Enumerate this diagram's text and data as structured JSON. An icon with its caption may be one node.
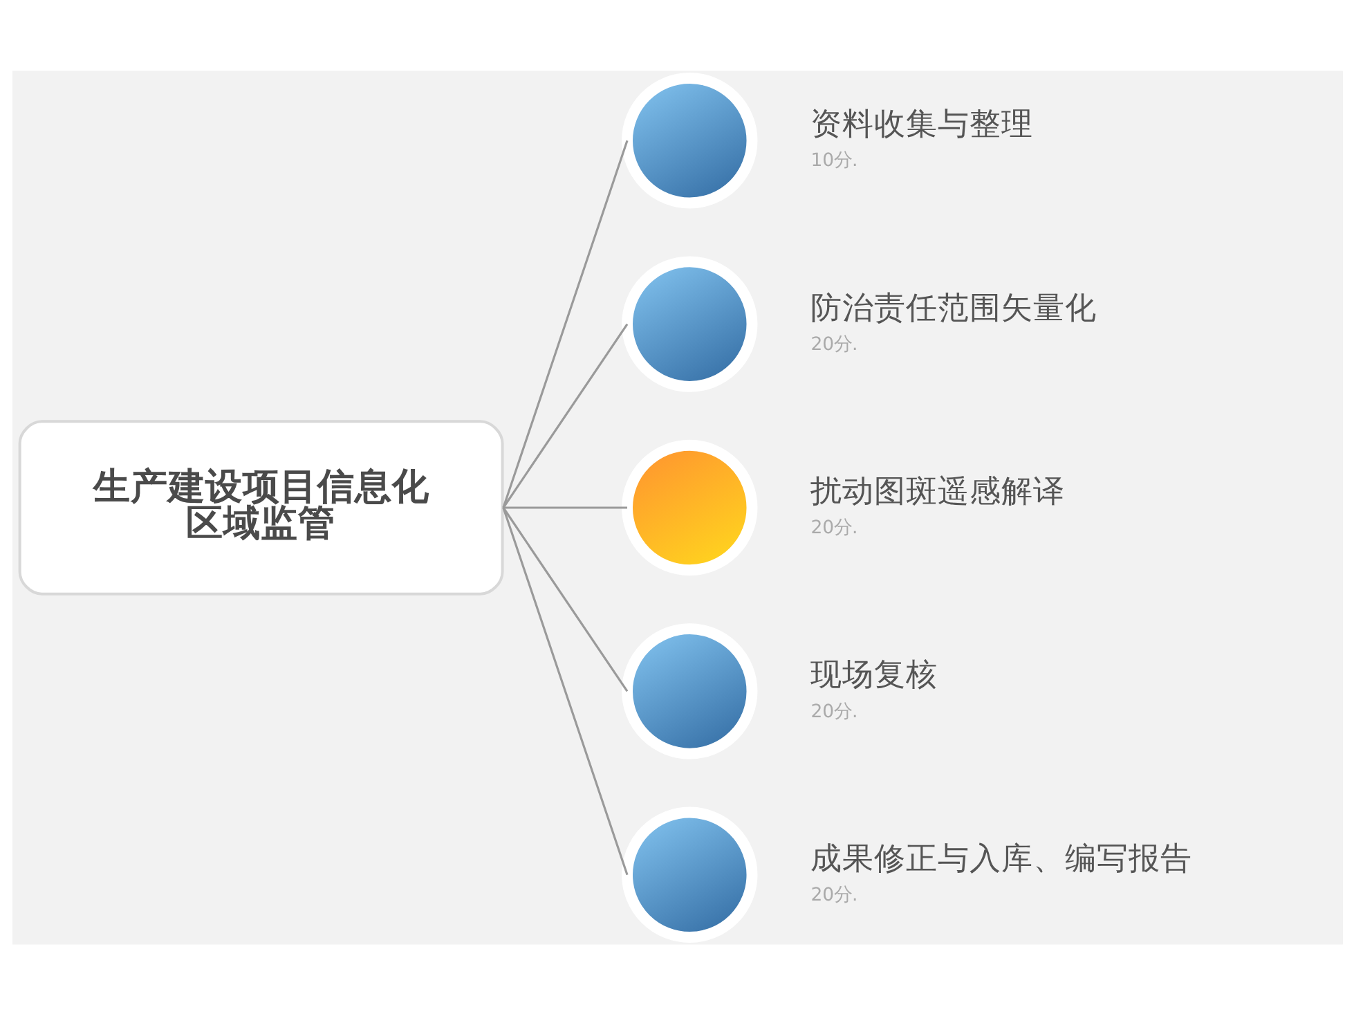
{
  "diagram": {
    "nodes": [
      {
        "text": [
          "生产建设项目信息化区域监管"
        ]
      },
      {
        "text": [],
        "shape": "circle",
        "beside": [
          "资料收集与整理",
          "10分."
        ]
      },
      {
        "text": [],
        "shape": "circle",
        "beside": [
          "防治责任范围矢量化",
          "20分."
        ]
      },
      {
        "text": [],
        "shape": "circle",
        "beside": [
          "扰动图斑遥感解译",
          "20分."
        ]
      },
      {
        "text": [],
        "shape": "circle",
        "beside": [
          "现场复核",
          "20分."
        ]
      },
      {
        "text": [],
        "shape": "circle",
        "beside": [
          "成果修正与入库、编写报告",
          "20分."
        ]
      }
    ],
    "edges": [
      {
        "from": 0,
        "to": 1,
        "arrow": "none"
      },
      {
        "from": 0,
        "to": 2,
        "arrow": "none"
      },
      {
        "from": 0,
        "to": 3,
        "arrow": "none"
      },
      {
        "from": 0,
        "to": 4,
        "arrow": "none"
      },
      {
        "from": 0,
        "to": 5,
        "arrow": "none"
      }
    ]
  }
}
